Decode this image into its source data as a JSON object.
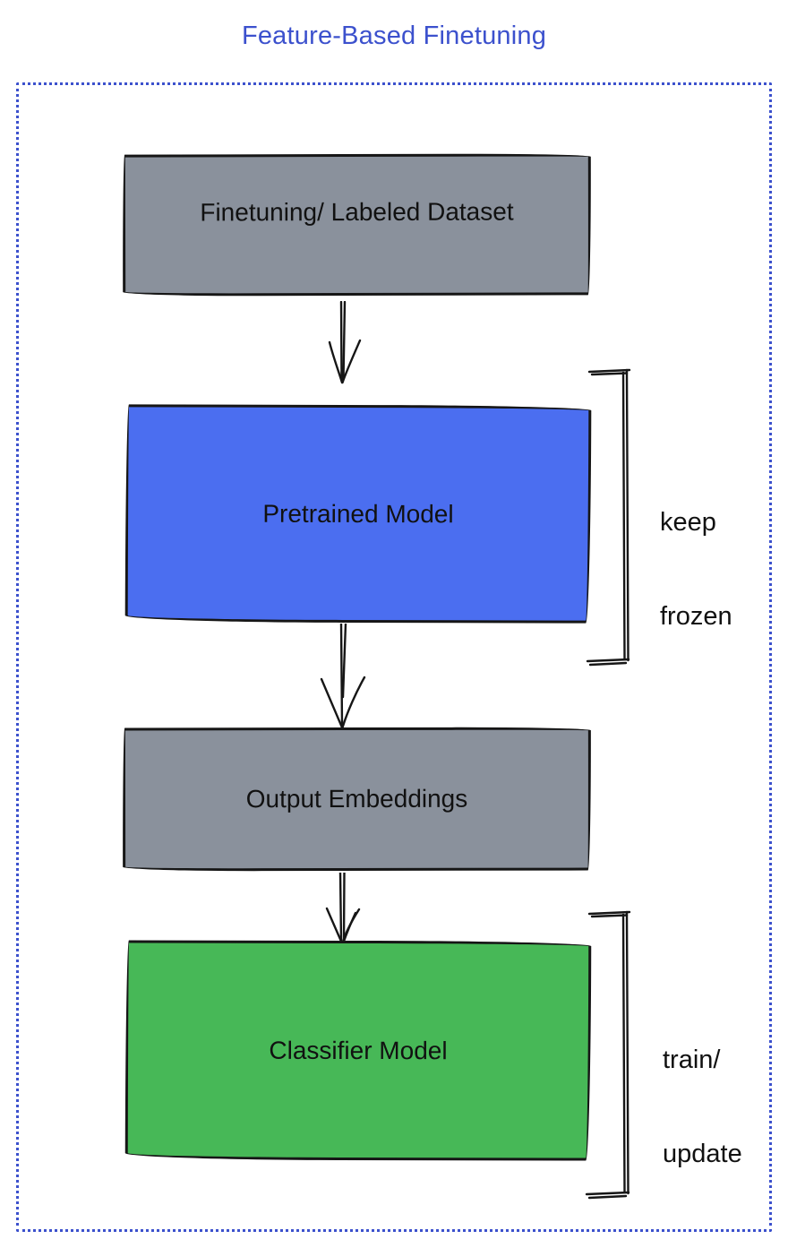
{
  "title": "Feature-Based Finetuning",
  "nodes": {
    "dataset": {
      "label": "Finetuning/ Labeled Dataset",
      "fill": "#8a919c"
    },
    "pretrained": {
      "label": "Pretrained Model",
      "fill": "#4b6ef0"
    },
    "embeddings": {
      "label": "Output Embeddings",
      "fill": "#8a919c"
    },
    "classifier": {
      "label": "Classifier Model",
      "fill": "#47b857"
    }
  },
  "annotations": {
    "keep_frozen": {
      "line1": "keep",
      "line2": "frozen"
    },
    "train_update": {
      "line1": "train/",
      "line2": "update"
    }
  },
  "colors": {
    "title_text": "#3c51cd",
    "frame_border": "#3c51cd",
    "box_stroke": "#161616",
    "gray_fill": "#8a919c",
    "blue_fill": "#4b6ef0",
    "green_fill": "#47b857",
    "label_text": "#111111"
  }
}
